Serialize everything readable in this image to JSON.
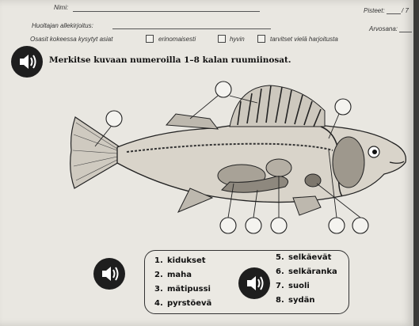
{
  "header": {
    "name_label": "Nimi:",
    "points_label": "Pisteet:",
    "points_suffix": "/ 7",
    "guardian_label": "Huoltajan allekirjoitus:",
    "grade_label": "Arvosana:",
    "skills_label": "Osasit kokeessa kysytyt asiat",
    "options": [
      "erinomaisesti",
      "hyvin",
      "tarvitset vielä harjoitusta"
    ]
  },
  "task": {
    "instruction": "Merkitse kuvaan numeroilla 1–8 kalan ruumiinosat."
  },
  "icons": {
    "audio": "speaker-icon"
  },
  "legend": {
    "items": [
      {
        "num": "1.",
        "label": "kidukset"
      },
      {
        "num": "2.",
        "label": "maha"
      },
      {
        "num": "3.",
        "label": "mätipussi"
      },
      {
        "num": "4.",
        "label": "pyrstöevä"
      },
      {
        "num": "5.",
        "label": "selkäevät"
      },
      {
        "num": "6.",
        "label": "selkäranka"
      },
      {
        "num": "7.",
        "label": "suoli"
      },
      {
        "num": "8.",
        "label": "sydän"
      }
    ]
  },
  "colors": {
    "paper": "#e9e7e1",
    "ink": "#111111",
    "speaker_bg": "#1e1e1e"
  }
}
